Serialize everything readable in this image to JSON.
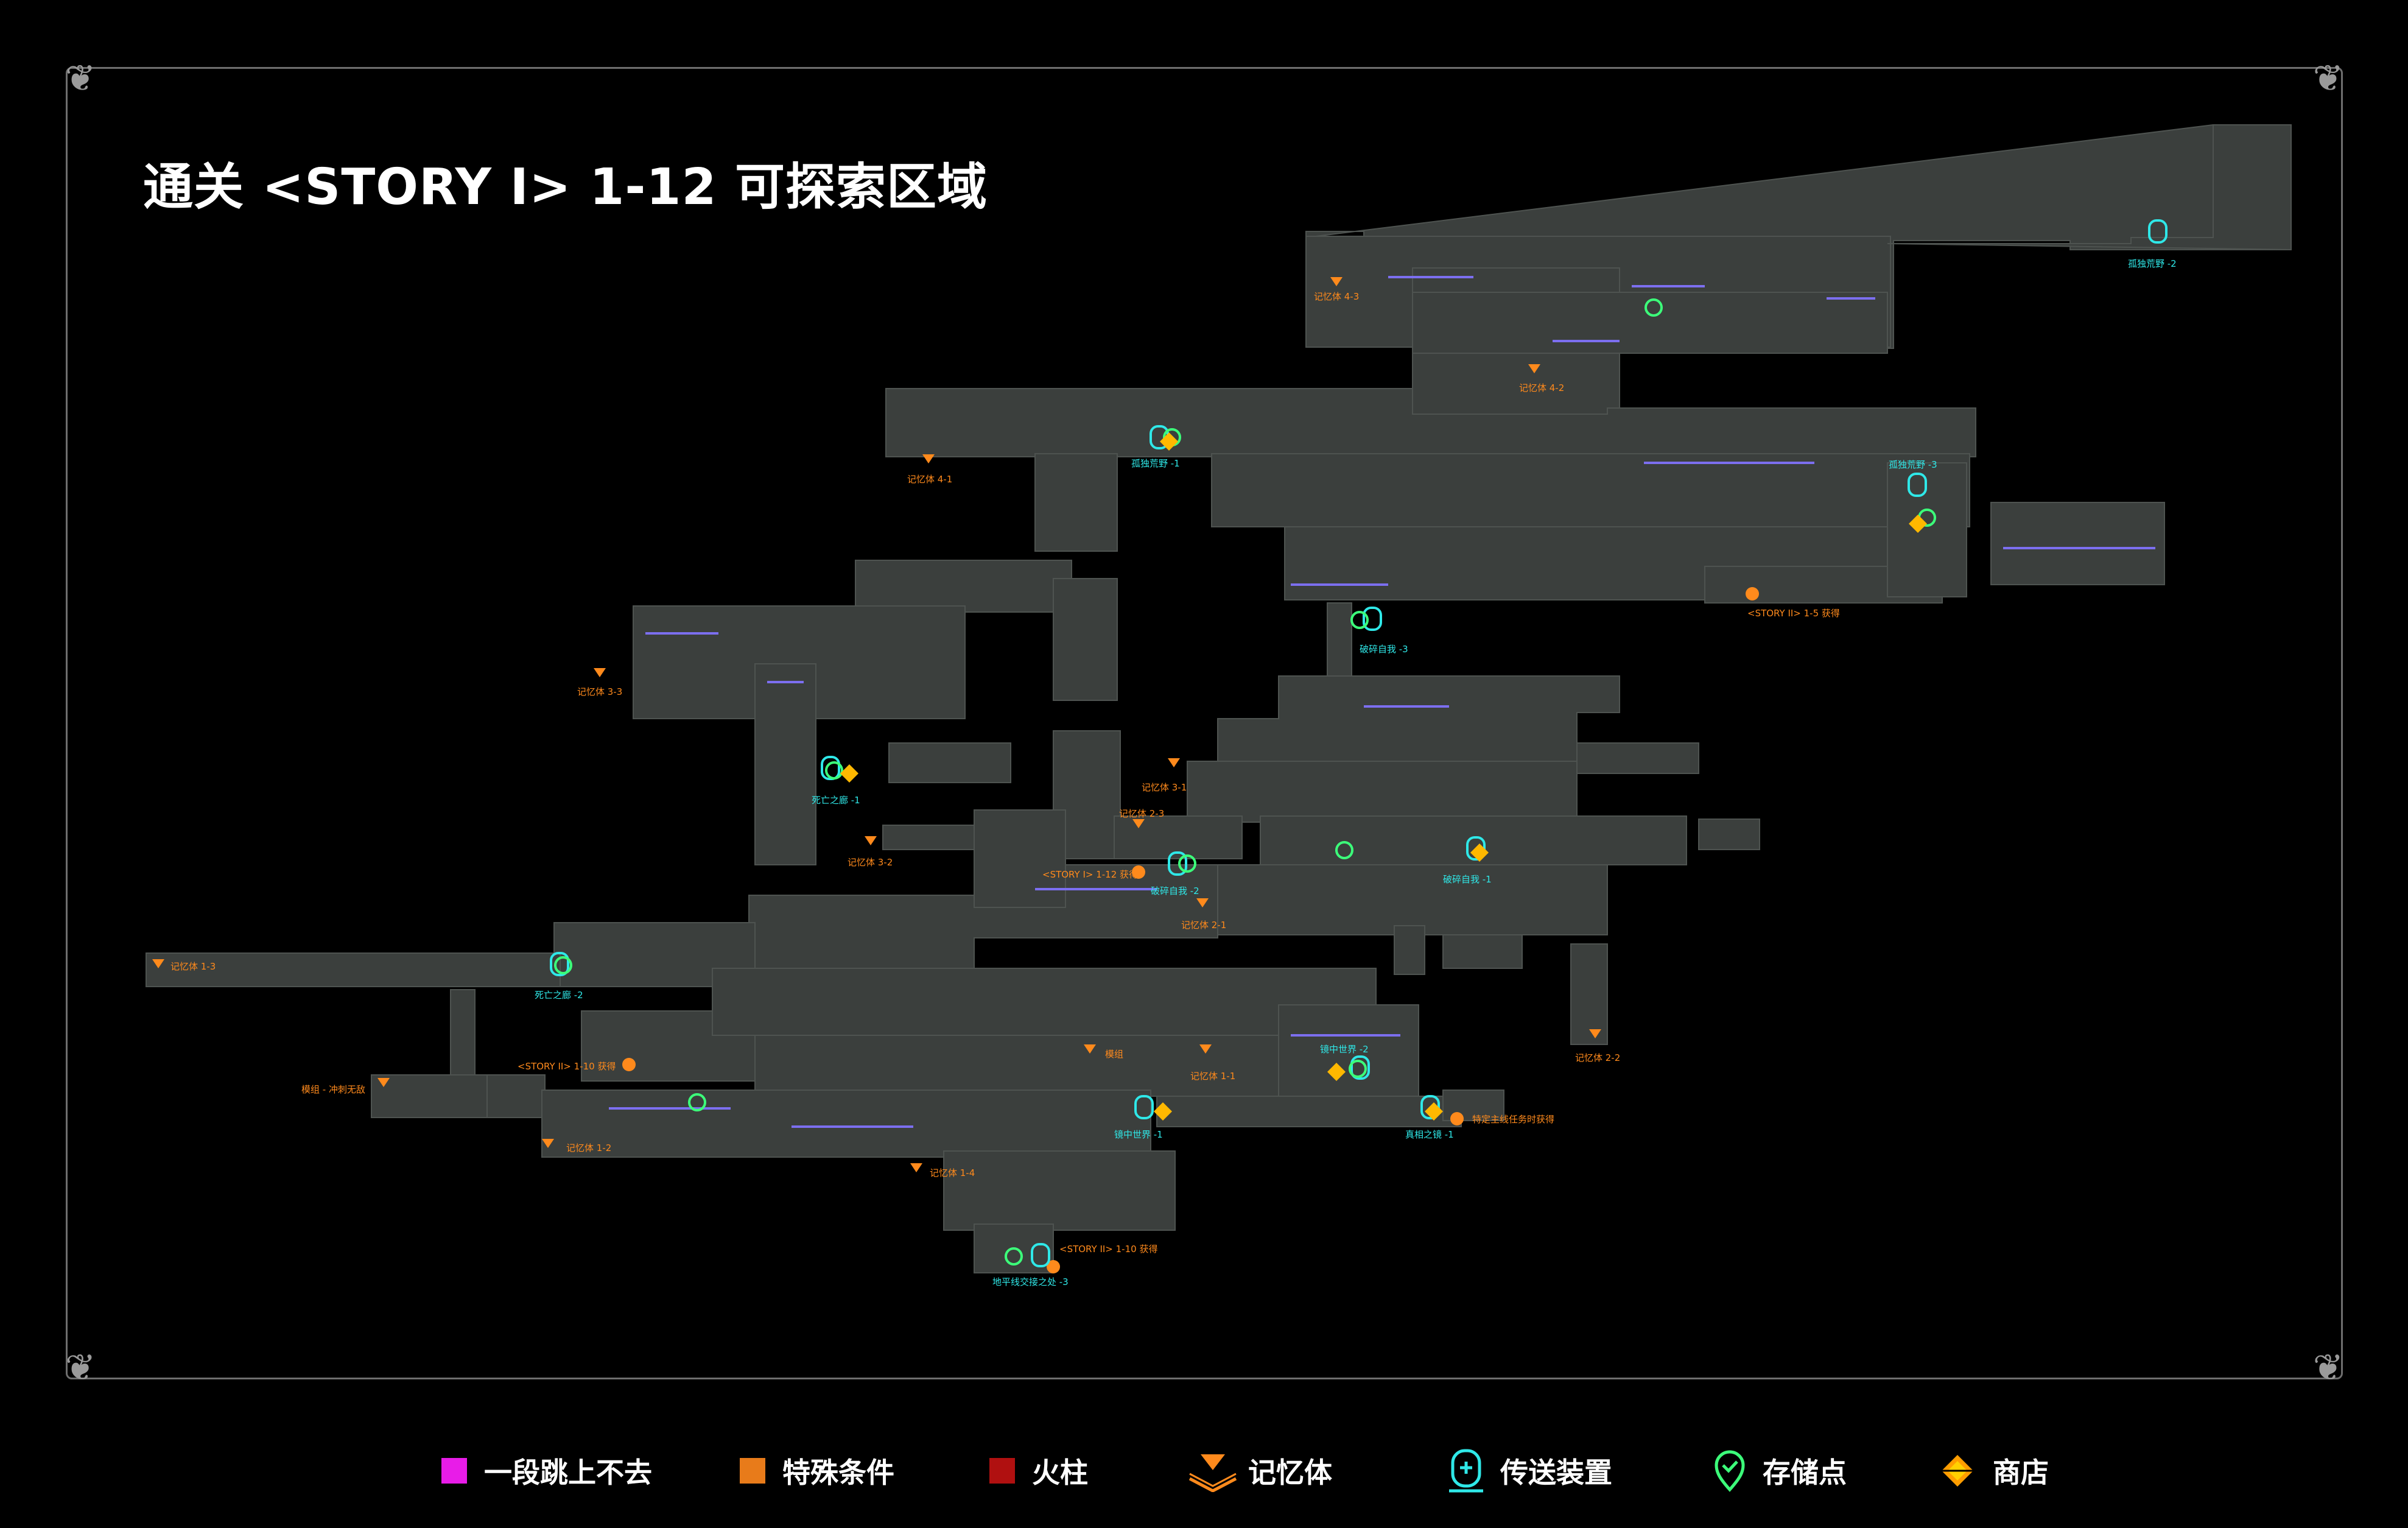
{
  "title": "通关 <STORY I> 1-12 可探索区域",
  "colors": {
    "room": "#3b3f3d",
    "room_edge": "#5a5f5c",
    "platform": "#7c6ff0",
    "memory": "#ff8a1c",
    "teleport": "#2fe8e8",
    "save": "#3cff7a",
    "shop": "#ffb800",
    "jump_block": "#e81ce8",
    "special": "#e87b1a",
    "fire": "#b01010"
  },
  "labels": {
    "memory_4_3": "记忆体 4-3",
    "memory_4_2": "记忆体 4-2",
    "memory_4_1": "记忆体 4-1",
    "memory_3_3": "记忆体 3-3",
    "memory_3_2": "记忆体 3-2",
    "memory_3_1": "记忆体 3-1",
    "memory_2_3": "记忆体 2-3",
    "memory_2_1": "记忆体 2-1",
    "memory_2_2": "记忆体 2-2",
    "memory_1_3": "记忆体 1-3",
    "memory_1_2": "记忆体 1-2",
    "memory_1_4": "记忆体 1-4",
    "memory_1_1": "记忆体 1-1",
    "wild_1": "孤独荒野 -1",
    "wild_2": "孤独荒野 -2",
    "wild_3": "孤独荒野 -3",
    "broken_1": "破碎自我 -1",
    "broken_2": "破碎自我 -2",
    "broken_3": "破碎自我 -3",
    "death_1": "死亡之廊 -1",
    "death_2": "死亡之廊 -2",
    "mirror_1": "镜中世界 -1",
    "mirror_2": "镜中世界 -2",
    "truth_1": "真相之镜 -1",
    "horizon_3": "地平线交接之处 -3",
    "story2_1_5": "<STORY II> 1-5 获得",
    "story1_1_12": "<STORY I> 1-12 获得",
    "story2_1_10a": "<STORY II> 1-10 获得",
    "story2_1_10b": "<STORY II> 1-10 获得",
    "special_main": "特定主线任务时获得",
    "mod_dash": "模组 - 冲刺无敌",
    "mod": "模组"
  },
  "legend": [
    {
      "label": "一段跳上不去",
      "icon": "magenta-square-icon"
    },
    {
      "label": "特殊条件",
      "icon": "orange-square-icon"
    },
    {
      "label": "火柱",
      "icon": "red-square-icon"
    },
    {
      "label": "记忆体",
      "icon": "memory-icon"
    },
    {
      "label": "传送装置",
      "icon": "teleport-icon"
    },
    {
      "label": "存储点",
      "icon": "save-icon"
    },
    {
      "label": "商店",
      "icon": "shop-icon"
    }
  ]
}
